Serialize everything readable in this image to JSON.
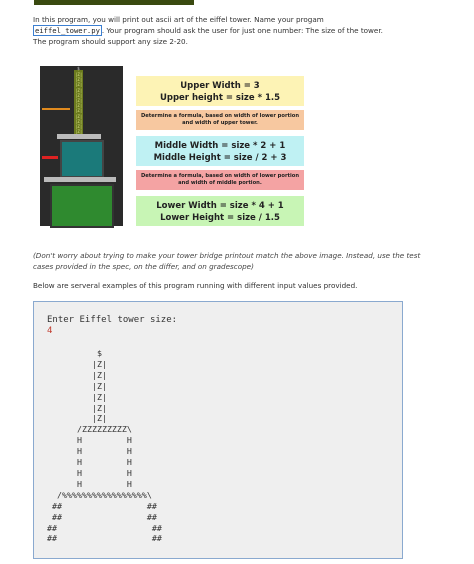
{
  "intro": {
    "line1": "In this program, you will print out ascii art of the eiffel tower. Name your progam",
    "filename": "eiffel_tower.py",
    "line2_rest": ". Your program should ask the user for just one number: The size of the tower.",
    "line3": "The program should support any size 2-20."
  },
  "figure": {
    "upper_width": "Upper Width = 3",
    "upper_height": "Upper height = size * 1.5",
    "note1_a": "Determine a formula, based on width of lower portion",
    "note1_b": "and width of upper tower.",
    "middle_width": "Middle Width = size * 2 + 1",
    "middle_height": "Middle Height = size / 2 + 3",
    "note2_a": "Determine a formula, based on width of lower portion",
    "note2_b": "and width of middle portion.",
    "lower_width": "Lower Width = size * 4 + 1",
    "lower_height": "Lower Height = size / 1.5",
    "tower_dollar": "$",
    "tower_mast": "|Z|\n|Z|\n|Z|\n|Z|\n|Z|\n|Z|\n|Z|\n|Z|\n|Z|\n|Z|\n|Z|\n|Z|",
    "colors": {
      "upper": "#fdf3b5",
      "note1": "#f7c8a0",
      "middle": "#bff1f3",
      "note2": "#f4a3a3",
      "lower": "#c8f5b5"
    }
  },
  "note": "(Don't worry about trying to make your tower bridge printout match the above image. Instead, use the test cases provided in the spec, on the differ, and on gradescope)",
  "examples_text": "Below are serveral examples of this program running with different input values provided.",
  "console": {
    "prompt": "Enter Eiffel tower size:",
    "input": "4",
    "output": "          $\n         |Z|\n         |Z|\n         |Z|\n         |Z|\n         |Z|\n         |Z|\n      /ZZZZZZZZZ\\\n      H         H\n      H         H\n      H         H\n      H         H\n      H         H\n  /%%%%%%%%%%%%%%%%%\\\n ##                 ##\n ##                 ##\n##                   ##\n##                   ##"
  }
}
